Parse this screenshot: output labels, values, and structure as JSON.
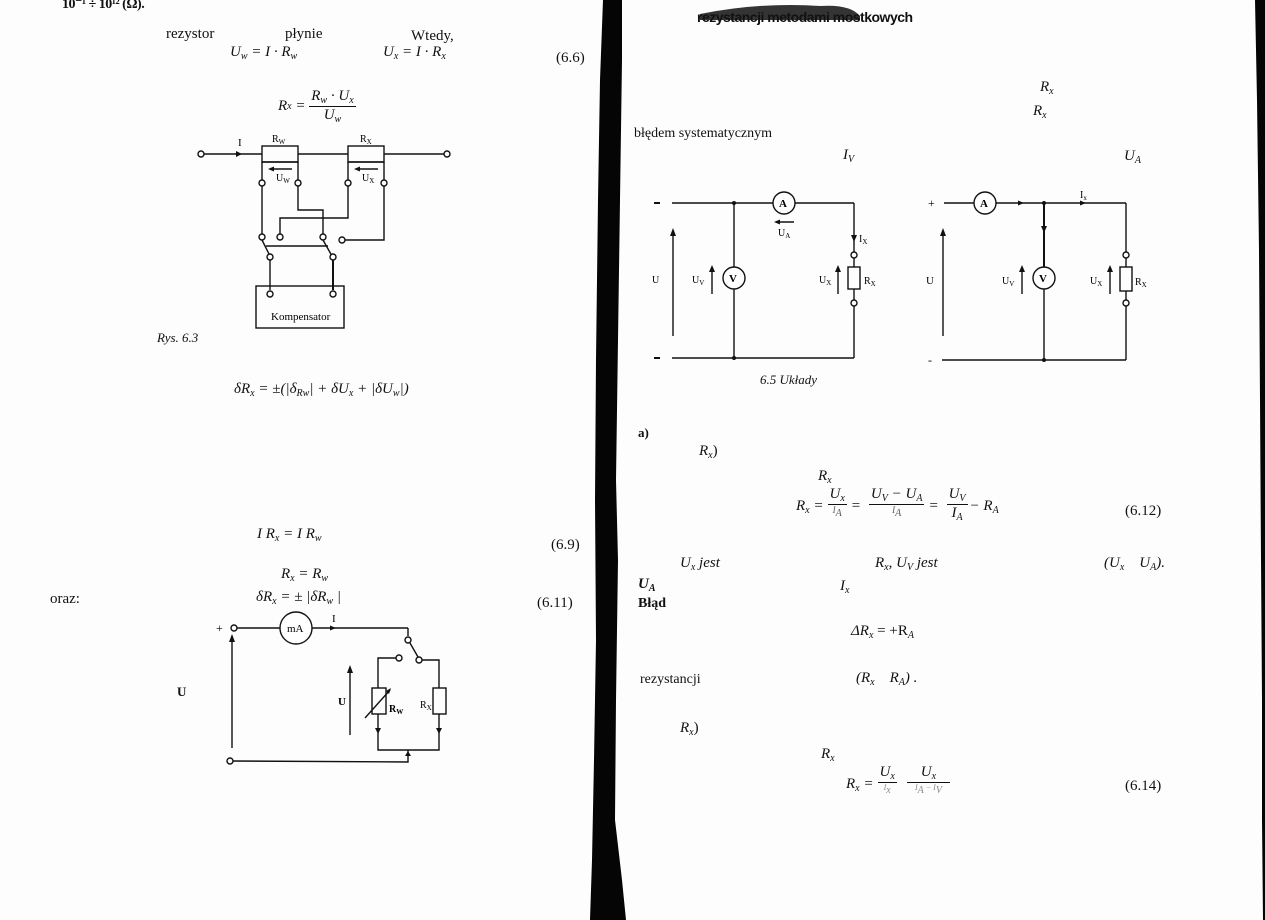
{
  "left_page": {
    "header_fragment": "10⁻¹ ÷ 10¹² (Ω).",
    "line1": {
      "word1": "rezystor",
      "word2": "płynie",
      "word3": "Wtedy,"
    },
    "eq_6_6": {
      "left": "U",
      "left_sub": "w",
      "left_rhs": " = I · R",
      "left_rhs_sub": "w",
      "right": "U",
      "right_sub": "x",
      "right_rhs": " = I · R",
      "right_rhs_sub": "x",
      "number": "(6.6)"
    },
    "eq_rx": {
      "lhs": "R",
      "lhs_sub": "x",
      "num": "R",
      "num_sub1": "w",
      "num_mid": " · U",
      "num_sub2": "x",
      "den": "U",
      "den_sub": "w"
    },
    "figure_6_3": {
      "caption": "Rys. 6.3",
      "labels": {
        "current": "I",
        "rw": "R",
        "rw_sub": "W",
        "rx": "R",
        "rx_sub": "X",
        "uw": "U",
        "uw_sub": "W",
        "ux": "U",
        "ux_sub": "X",
        "compensator": "Kompensator"
      }
    },
    "eq_error": {
      "text_a": "δR",
      "sub_a": "x",
      "text_b": " = ±(|δ",
      "sub_b": "Rw",
      "text_c": "| + δU",
      "sub_c": "x",
      "text_d": " + |δU",
      "sub_d": "w",
      "text_e": "|)"
    },
    "eq_6_9": {
      "text": "I R",
      "sub1": "x",
      "mid": " = I R",
      "sub2": "w",
      "number": "(6.9)"
    },
    "eq_rx_rw": {
      "lhs": "R",
      "lhs_sub": "x",
      "rhs": " = R",
      "rhs_sub": "w"
    },
    "oraz_label": "oraz:",
    "eq_6_11": {
      "lhs": "δR",
      "lhs_sub": "x",
      "rhs": " = ± |δR",
      "rhs_sub": "w",
      "close": " |",
      "number": "(6.11)"
    },
    "figure_substitution": {
      "labels": {
        "plus": "+",
        "ammeter": "mA",
        "current": "I",
        "voltage_outer": "U",
        "voltage_inner": "U",
        "rw": "R",
        "rw_sub": "W",
        "rx": "R",
        "rx_sub": "X"
      }
    }
  },
  "right_page": {
    "header": "rezystancji metodami mostkowych",
    "header_visible": "rezystancji metodami mostkowych",
    "rx_mark1": {
      "t": "R",
      "sub": "x"
    },
    "rx_mark2": {
      "t": "R",
      "sub": "x"
    },
    "systematic_error": "błędem  systematycznym",
    "iv_mark": {
      "t": "I",
      "sub": "V"
    },
    "ua_mark": {
      "t": "U",
      "sub": "A"
    },
    "figure_6_5": {
      "caption": "6.5 Układy",
      "circuit_a": {
        "top_minus": "-",
        "bottom_minus": "-",
        "u": "U",
        "uv": "U",
        "uv_sub": "V",
        "v": "V",
        "a": "A",
        "ua": "U",
        "ua_sub": "A",
        "ix": "I",
        "ix_sub": "X",
        "ux": "U",
        "ux_sub": "X",
        "rx": "R",
        "rx_sub": "X"
      },
      "circuit_b": {
        "plus": "+",
        "minus": "-",
        "u": "U",
        "uv": "U",
        "uv_sub": "V",
        "v": "V",
        "a": "A",
        "ix": "I",
        "ix_sub": "x",
        "ux": "U",
        "ux_sub": "X",
        "rx": "R",
        "rx_sub": "X"
      }
    },
    "section_a": "a)",
    "rx_paren1": {
      "t": "R",
      "sub": "x",
      "close": ")"
    },
    "rx_mark3": {
      "t": "R",
      "sub": "x"
    },
    "eq_6_12": {
      "lhs": "R",
      "lhs_sub": "x",
      "f1_num": "U",
      "f1_num_sub": "x",
      "f1_den": "I",
      "f1_den_sub": "A",
      "f2_num_a": "U",
      "f2_num_a_sub": "V",
      "f2_num_mid": " − U",
      "f2_num_b_sub": "A",
      "f2_den": "I",
      "f2_den_sub": "A",
      "f3_num": "U",
      "f3_num_sub": "V",
      "f3_den": "I",
      "f3_den_sub": "A",
      "tail": " − R",
      "tail_sub": "A",
      "number": "(6.12)"
    },
    "line_ux": {
      "a": "U",
      "a_sub": "x",
      "a_rest": " jest",
      "b": "R",
      "b_sub": "x",
      "b_mid": ", U",
      "b_sub2": "V",
      "b_rest": " jest",
      "c_open": "(U",
      "c_sub": "x",
      "c_mid": "    U",
      "c_sub2": "A",
      "c_close": ")."
    },
    "line_ua": {
      "a": "U",
      "a_sub": "A",
      "b": "I",
      "b_sub": "x"
    },
    "error_label": "Błąd",
    "eq_delta": {
      "a": "ΔR",
      "a_sub": "x",
      "b": " = +R",
      "b_sub": "A"
    },
    "rezystancji_line": {
      "word": "rezystancji",
      "paren": "(R",
      "sub1": "x",
      "mid": "    R",
      "sub2": "A",
      "close": ") ."
    },
    "rx_paren2": {
      "t": "R",
      "sub": "x",
      "close": ")"
    },
    "rx_mark4": {
      "t": "R",
      "sub": "x"
    },
    "eq_6_14": {
      "lhs": "R",
      "lhs_sub": "x",
      "f1_num": "U",
      "f1_num_sub": "x",
      "f1_den": "I",
      "f1_den_sub": "x",
      "f2_num": "U",
      "f2_num_sub": "x",
      "f2_den": "I",
      "f2_den_sub": "A",
      "f2_den_mid": " − I",
      "f2_den_sub2": "V",
      "number": "(6.14)"
    }
  }
}
